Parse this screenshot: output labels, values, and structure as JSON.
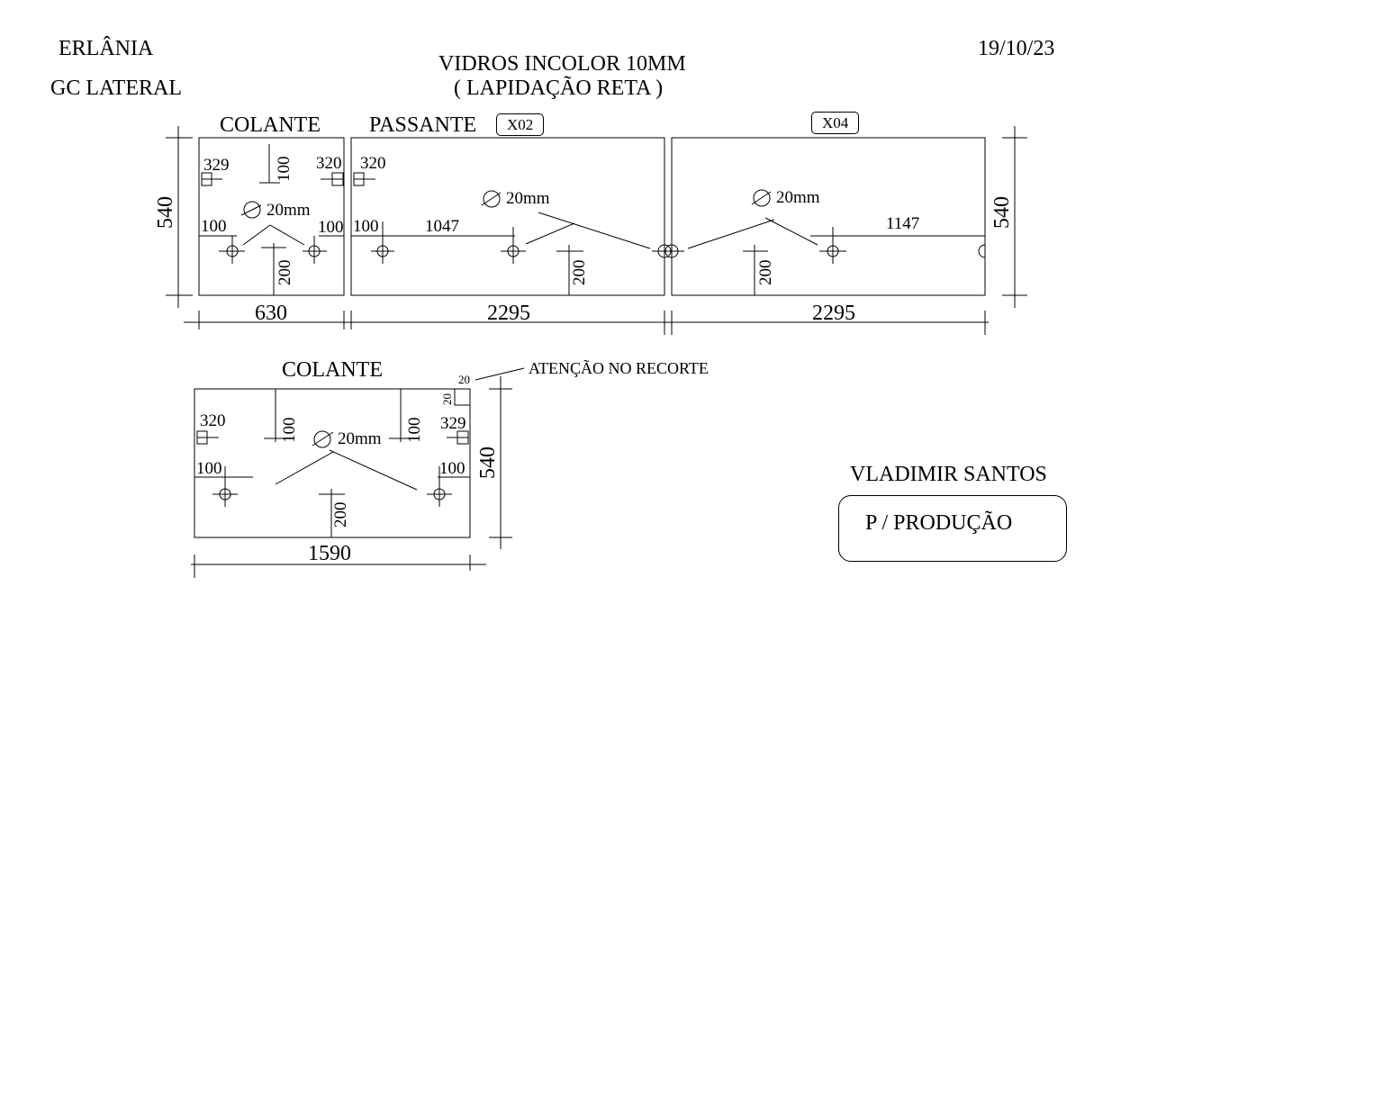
{
  "header": {
    "client": "ERLÂNIA",
    "project": "GC LATERAL",
    "date": "19/10/23",
    "glass_title": "VIDROS INCOLOR 10MM",
    "finish": "( LAPIDAÇÃO RETA )"
  },
  "panels_top": {
    "colante_label": "COLANTE",
    "passante_label": "PASSANTE",
    "qty_passante": "X02",
    "qty_right": "X04",
    "height_left": "540",
    "height_right": "540",
    "width_colante": "630",
    "width_passante": "2295",
    "width_right": "2295",
    "colante": {
      "offset_left": "329",
      "offset_top": "100",
      "offset_right": "320",
      "hole_diameter": "20mm",
      "edge_left": "100",
      "edge_right": "100",
      "from_bottom": "200"
    },
    "passante": {
      "offset_left": "320",
      "edge_left": "100",
      "spacing": "1047",
      "hole_diameter": "20mm",
      "from_bottom": "200"
    },
    "right_panel": {
      "hole_diameter": "20mm",
      "spacing": "1147",
      "from_bottom": "200"
    }
  },
  "panel_bottom": {
    "label": "COLANTE",
    "width": "1590",
    "height": "540",
    "offset_left": "320",
    "offset_right": "329",
    "top_left": "100",
    "top_right": "100",
    "hole_diameter": "20mm",
    "edge_left": "100",
    "edge_right": "100",
    "from_bottom": "200",
    "notch_h": "20",
    "notch_v": "20",
    "warning": "ATENÇÃO NO RECORTE"
  },
  "footer": {
    "name": "VLADIMIR SANTOS",
    "status": "P / PRODUÇÃO"
  }
}
